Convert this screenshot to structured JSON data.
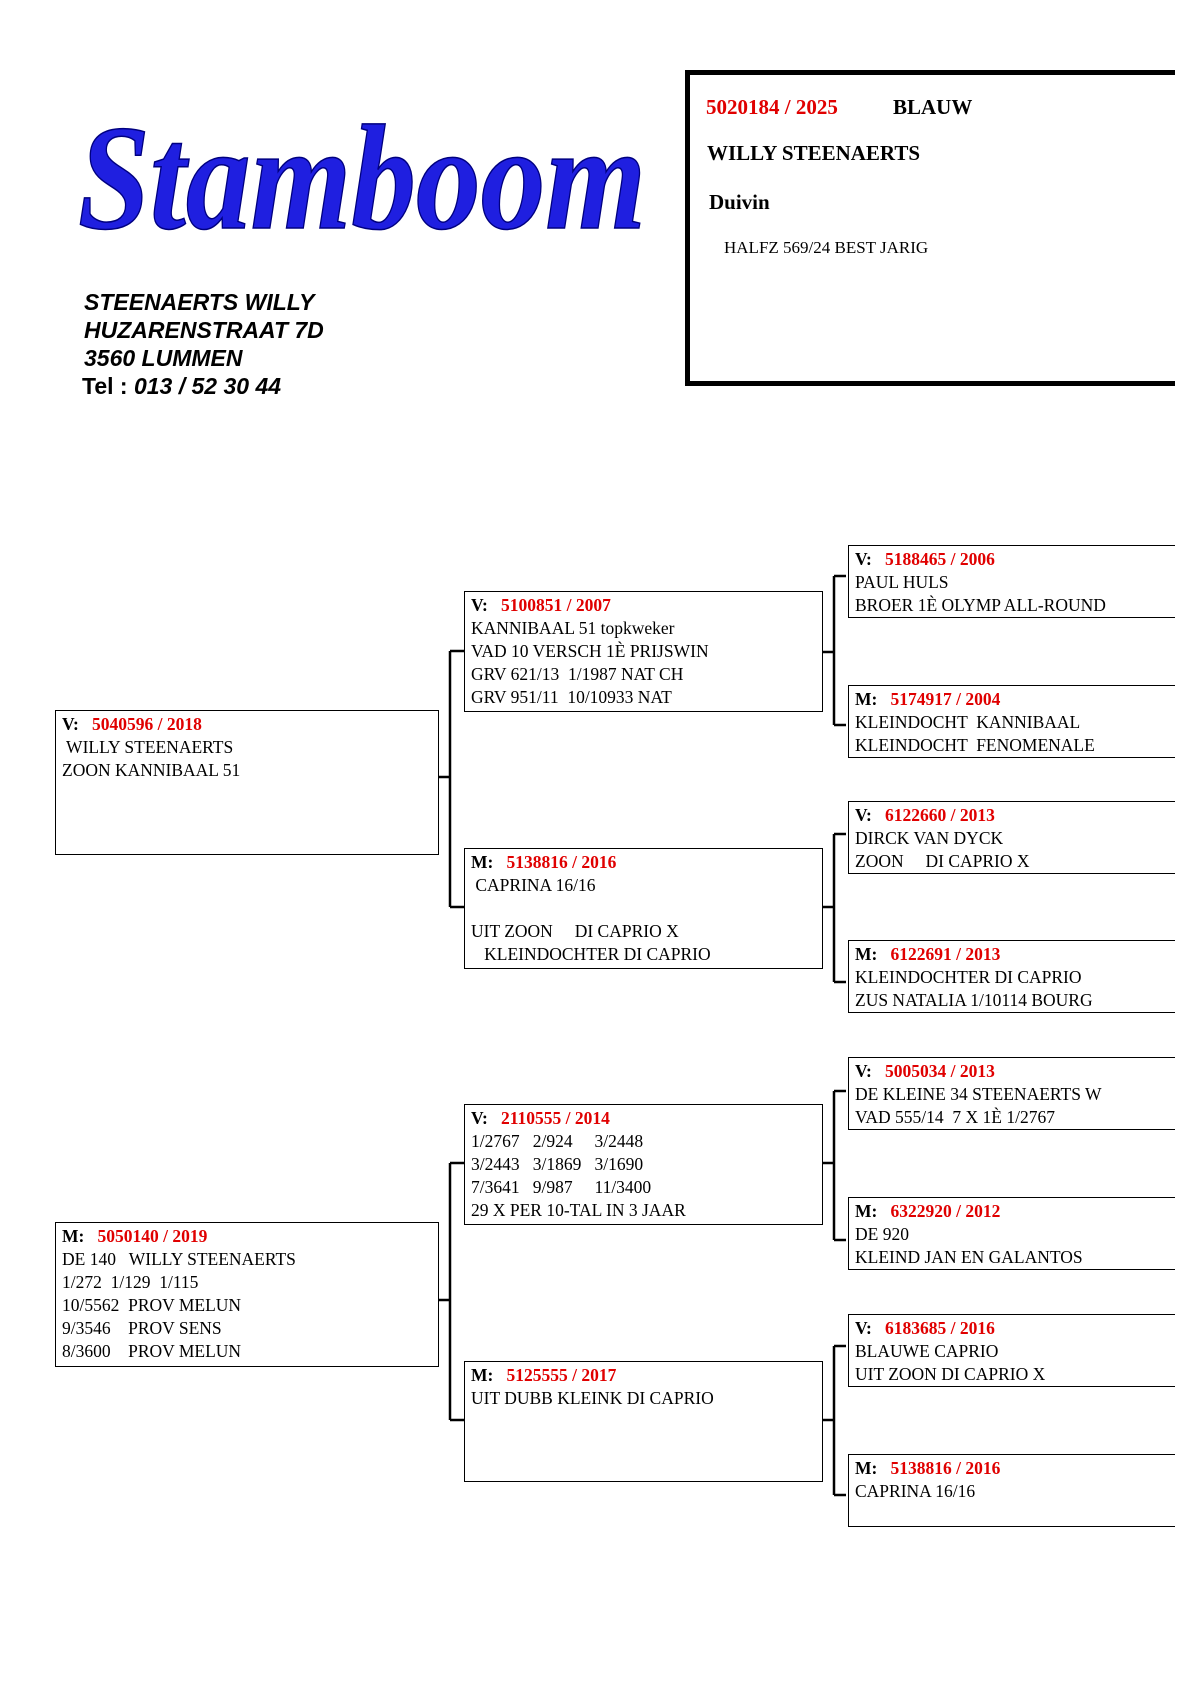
{
  "header": {
    "logo_text": "Stamboom",
    "logo_color": "#1f1fe0",
    "owner": {
      "name": "STEENAERTS WILLY",
      "street": "HUZARENSTRAAT 7D",
      "city": "3560 LUMMEN",
      "tel_prefix": "Tel :",
      "tel_number": "013 / 52 30 44"
    }
  },
  "pigeon": {
    "ring": "5020184 / 2025",
    "color": "BLAUW",
    "breeder": "WILLY STEENAERTS",
    "sex": "Duivin",
    "note": "HALFZ  569/24  BEST JARIG"
  },
  "accent_color": "#e00000",
  "pedigree": {
    "father": {
      "tag": "V:",
      "ring": "5040596 / 2018",
      "lines": [
        " WILLY STEENAERTS",
        "ZOON KANNIBAAL 51"
      ]
    },
    "mother": {
      "tag": "M:",
      "ring": "5050140 / 2019",
      "lines": [
        "DE 140   WILLY STEENAERTS",
        "1/272  1/129  1/115",
        "10/5562  PROV MELUN",
        "9/3546    PROV SENS",
        "8/3600    PROV MELUN"
      ]
    },
    "ff": {
      "tag": "V:",
      "ring": "5100851 / 2007",
      "lines": [
        "KANNIBAAL 51 topkweker",
        "VAD 10 VERSCH 1È PRIJSWIN",
        "GRV 621/13  1/1987 NAT CH",
        "GRV 951/11  10/10933 NAT"
      ]
    },
    "fm": {
      "tag": "M:",
      "ring": "5138816 / 2016",
      "lines": [
        " CAPRINA 16/16",
        "",
        "UIT ZOON     DI CAPRIO X",
        "   KLEINDOCHTER DI CAPRIO"
      ]
    },
    "mf": {
      "tag": "V:",
      "ring": "2110555 / 2014",
      "lines": [
        "1/2767   2/924     3/2448",
        "3/2443   3/1869   3/1690",
        "7/3641   9/987     11/3400",
        "29 X PER 10-TAL IN 3 JAAR"
      ]
    },
    "mm": {
      "tag": "M:",
      "ring": "5125555 / 2017",
      "lines": [
        "UIT DUBB KLEINK DI CAPRIO"
      ]
    },
    "fff": {
      "tag": "V:",
      "ring": "5188465 / 2006",
      "lines": [
        "PAUL HULS",
        "BROER 1È OLYMP ALL-ROUND"
      ]
    },
    "ffm": {
      "tag": "M:",
      "ring": "5174917 / 2004",
      "lines": [
        "KLEINDOCHT  KANNIBAAL",
        "KLEINDOCHT  FENOMENALE"
      ]
    },
    "fmf": {
      "tag": "V:",
      "ring": "6122660 / 2013",
      "lines": [
        "DIRCK VAN DYCK",
        "ZOON     DI CAPRIO X"
      ]
    },
    "fmm": {
      "tag": "M:",
      "ring": "6122691 / 2013",
      "lines": [
        "KLEINDOCHTER DI CAPRIO",
        "ZUS NATALIA 1/10114 BOURG"
      ]
    },
    "mff": {
      "tag": "V:",
      "ring": "5005034 / 2013",
      "lines": [
        "DE KLEINE 34 STEENAERTS W",
        "VAD 555/14  7 X 1È 1/2767"
      ]
    },
    "mfm": {
      "tag": "M:",
      "ring": "6322920 / 2012",
      "lines": [
        "DE 920",
        "KLEIND JAN EN GALANTOS"
      ]
    },
    "mmf": {
      "tag": "V:",
      "ring": "6183685 / 2016",
      "lines": [
        "BLAUWE CAPRIO",
        "UIT ZOON DI CAPRIO X"
      ]
    },
    "mmm": {
      "tag": "M:",
      "ring": "5138816 / 2016",
      "lines": [
        "CAPRINA 16/16"
      ]
    }
  }
}
